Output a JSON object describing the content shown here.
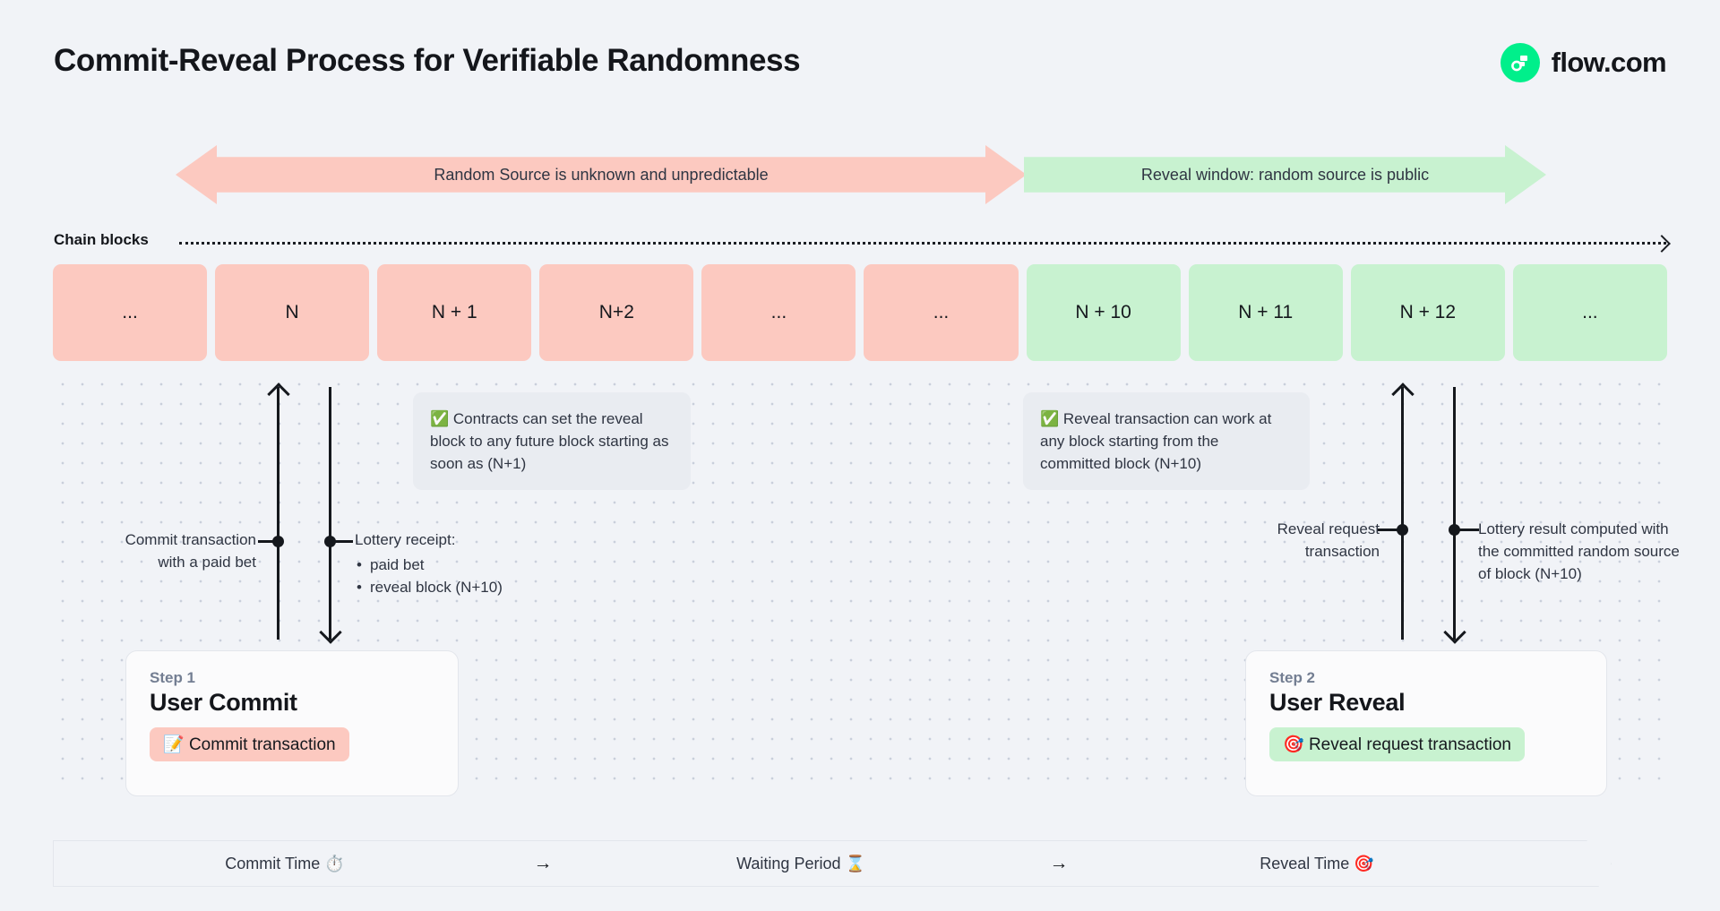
{
  "header": {
    "title": "Commit-Reveal Process for Verifiable Randomness",
    "brand_name": "flow.com",
    "brand_color": "#00ef8b"
  },
  "phases": [
    {
      "id": "unknown",
      "label": "Random Source is unknown and unpredictable",
      "color": "#fcc9c0",
      "direction": "both"
    },
    {
      "id": "reveal",
      "label": "Reveal window: random source is public",
      "color": "#c8f2d0",
      "direction": "right"
    }
  ],
  "chain": {
    "label": "Chain blocks",
    "blocks": [
      {
        "label": "...",
        "state": "pink"
      },
      {
        "label": "N",
        "state": "pink"
      },
      {
        "label": "N + 1",
        "state": "pink"
      },
      {
        "label": "N+2",
        "state": "pink"
      },
      {
        "label": "...",
        "state": "pink"
      },
      {
        "label": "...",
        "state": "pink"
      },
      {
        "label": "N + 10",
        "state": "green"
      },
      {
        "label": "N + 11",
        "state": "green"
      },
      {
        "label": "N + 12",
        "state": "green"
      },
      {
        "label": "...",
        "state": "green"
      }
    ],
    "pink_color": "#fcc9c0",
    "green_color": "#c8f2d0"
  },
  "callouts": {
    "commit": {
      "icon": "✅",
      "text": "Contracts can set the reveal block to any future block starting as soon as (N+1)"
    },
    "reveal": {
      "icon": "✅",
      "text": "Reveal transaction can work at any block starting from the committed block (N+10)"
    }
  },
  "annotations": {
    "commit_tx": {
      "line1": "Commit transaction",
      "line2": "with a paid bet"
    },
    "lottery_receipt": {
      "title": "Lottery receipt:",
      "items": [
        "paid bet",
        "reveal block (N+10)"
      ]
    },
    "reveal_request": {
      "line1": "Reveal request",
      "line2": "transaction"
    },
    "lottery_result": {
      "text": "Lottery result computed with the committed random source of block (N+10)"
    }
  },
  "steps": [
    {
      "kicker": "Step 1",
      "title": "User Commit",
      "pill_icon": "📝",
      "pill_label": "Commit transaction",
      "pill_color": "#fcc9c0"
    },
    {
      "kicker": "Step 2",
      "title": "User Reveal",
      "pill_icon": "🎯",
      "pill_label": "Reveal request transaction",
      "pill_color": "#c8f2d0"
    }
  ],
  "timeline": {
    "segments": [
      {
        "label": "Commit Time ⏱️"
      },
      {
        "label": "Waiting Period ⌛"
      },
      {
        "label": "Reveal Time 🎯"
      }
    ],
    "separator": "→"
  }
}
